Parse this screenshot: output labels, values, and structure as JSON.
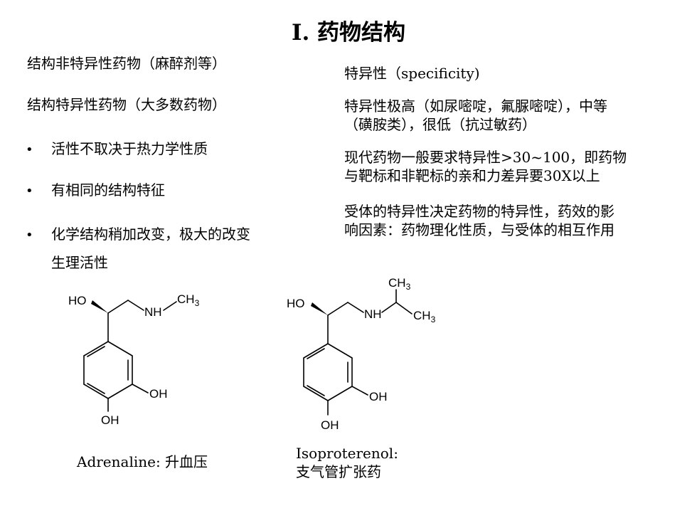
{
  "title": "I. 药物结构",
  "left": {
    "line1": "结构非特异性药物（麻醉剂等）",
    "line2": "结构特异性药物（大多数药物）",
    "bullet": "•",
    "bullets": [
      "活性不取决于热力学性质",
      "有相同的结构特征",
      "化学结构稍加改变，极大的改变",
      "生理活性"
    ]
  },
  "right": {
    "heading": "特异性（specificity)",
    "p1": [
      "特异性极高（如尿嘧啶，氟脲嘧啶），中等",
      "（磺胺类），很低（抗过敏药）"
    ],
    "p2": [
      "现代药物一般要求特异性>30~100，即药物",
      "与靶标和非靶标的亲和力差异要30X以上"
    ],
    "p3": [
      "受体的特异性决定药物的特异性，药效的影",
      "响因素：药物理化性质，与受体的相互作用"
    ]
  },
  "molecules": {
    "adrenaline": {
      "labels": {
        "ho": "HO",
        "nh": "NH",
        "ch3": "CH",
        "sub3": "3",
        "oh1": "OH",
        "oh2": "OH"
      },
      "caption": "Adrenaline: 升血压"
    },
    "isoproterenol": {
      "labels": {
        "ho": "HO",
        "nh": "NH",
        "ch3a": "CH",
        "ch3b": "CH",
        "sub3": "3",
        "oh1": "OH",
        "oh2": "OH"
      },
      "caption": [
        "Isoproterenol:",
        "支气管扩张药"
      ]
    }
  }
}
